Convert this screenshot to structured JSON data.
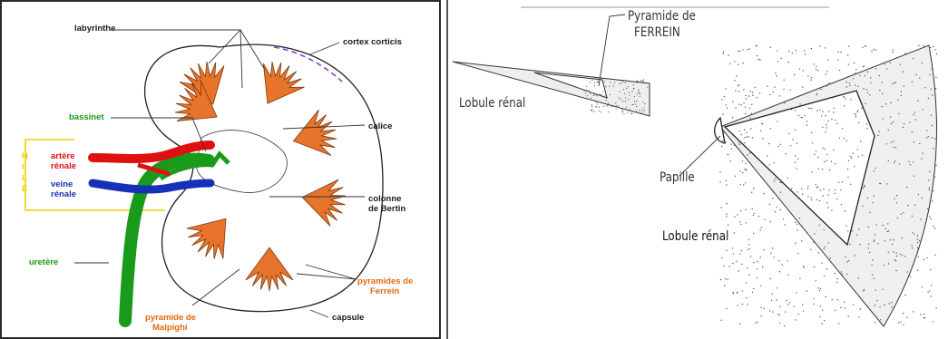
{
  "colors": {
    "artery": "#e01010",
    "vein": "#1730b8",
    "ureter": "#1a9a1a",
    "pyramid": "#e8732a",
    "hile": "#f0d000",
    "cortex": "#8a3fc8",
    "orange_text": "#e36a10"
  },
  "left_panel": {
    "labels": {
      "labyrinthe": "labyrinthe",
      "cortex_corticis": "cortex corticis",
      "bassinet": "bassinet",
      "calice": "calice",
      "artere_line1": "artère",
      "artere_line2": "rénale",
      "veine_line1": "veine",
      "veine_line2": "rénale",
      "hile_letters": [
        "H",
        "I",
        "L",
        "E"
      ],
      "colonne_line1": "colonne",
      "colonne_line2": "de Bertin",
      "uretere": "uretère",
      "pyramides_line1": "pyramides de",
      "pyramides_line2": "Ferrein",
      "pyramide_line1": "pyramide de",
      "pyramide_line2": "Malpighi",
      "capsule": "capsule"
    }
  },
  "right_panel": {
    "labels": {
      "pyramide_line1": "Pyramide de",
      "pyramide_line2": "FERREIN",
      "lobule_small": "Lobule rénal",
      "papille": "Papille",
      "lobule_main": "Lobule rénal"
    }
  }
}
